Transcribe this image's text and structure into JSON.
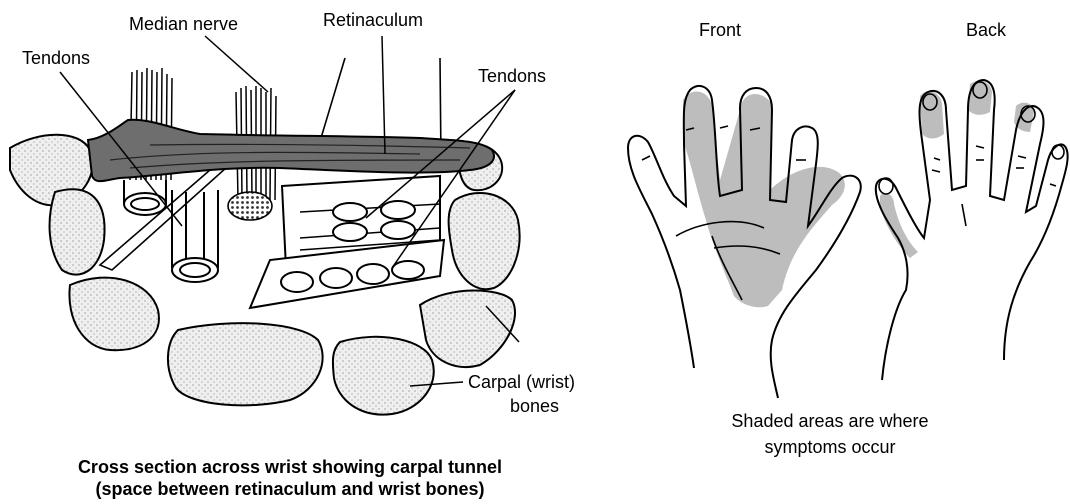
{
  "cross_section": {
    "labels": {
      "median_nerve": "Median nerve",
      "retinaculum": "Retinaculum",
      "tendons_left": "Tendons",
      "tendons_right": "Tendons",
      "carpal_line1": "Carpal (wrist)",
      "carpal_line2": "bones"
    },
    "caption_line1": "Cross section across wrist showing carpal tunnel",
    "caption_line2": "(space between retinaculum and wrist bones)"
  },
  "hands": {
    "front_label": "Front",
    "back_label": "Back",
    "note_line1": "Shaded areas are where",
    "note_line2": "symptoms occur"
  },
  "colors": {
    "retinaculum": "#6e6e6e",
    "bone": "#ececec",
    "symptom_shade": "#bdbdbd",
    "outline": "#000000"
  }
}
